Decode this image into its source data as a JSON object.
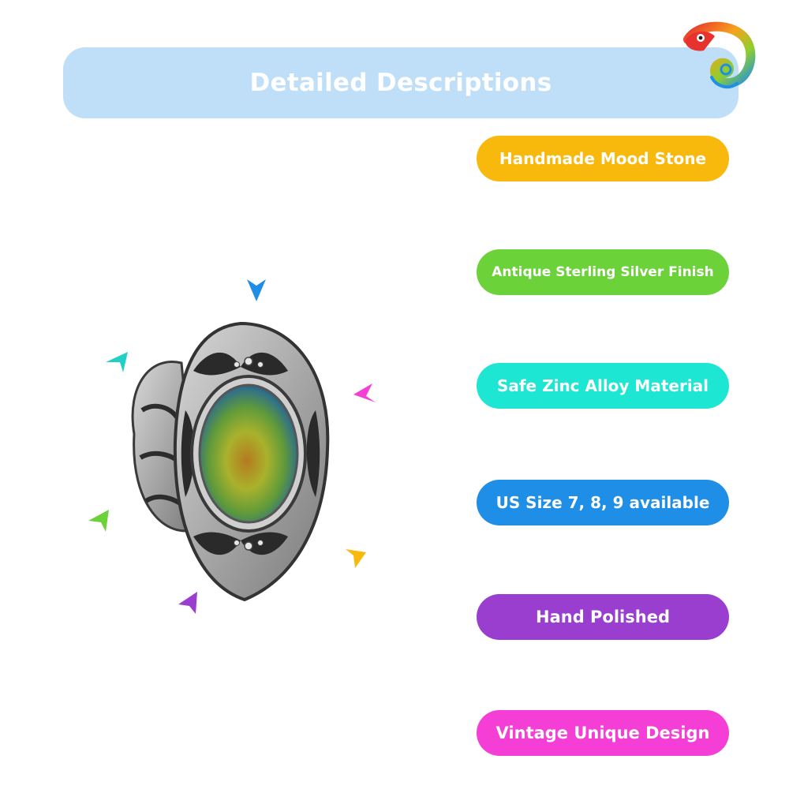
{
  "banner": {
    "title": "Detailed Descriptions",
    "color": "#bfdff8"
  },
  "features": [
    {
      "label": "Handmade Mood Stone",
      "color": "#f8b80c"
    },
    {
      "label": "Antique Sterling Silver Finish",
      "color": "#6bd23a"
    },
    {
      "label": "Safe Zinc Alloy Material",
      "color": "#1de6d2"
    },
    {
      "label": "US Size 7, 8, 9 available",
      "color": "#1e8ee6"
    },
    {
      "label": "Hand Polished",
      "color": "#9a3ed0"
    },
    {
      "label": "Vintage Unique Design",
      "color": "#f43ed6"
    }
  ],
  "decor": {
    "logo_icon": "chameleon-logo-icon",
    "product_image": "mood-ring-image",
    "arrow_colors": [
      "#1e8ee6",
      "#1fd0c4",
      "#f43ed6",
      "#6bd23a",
      "#f8b80c",
      "#9a3ed0"
    ]
  }
}
